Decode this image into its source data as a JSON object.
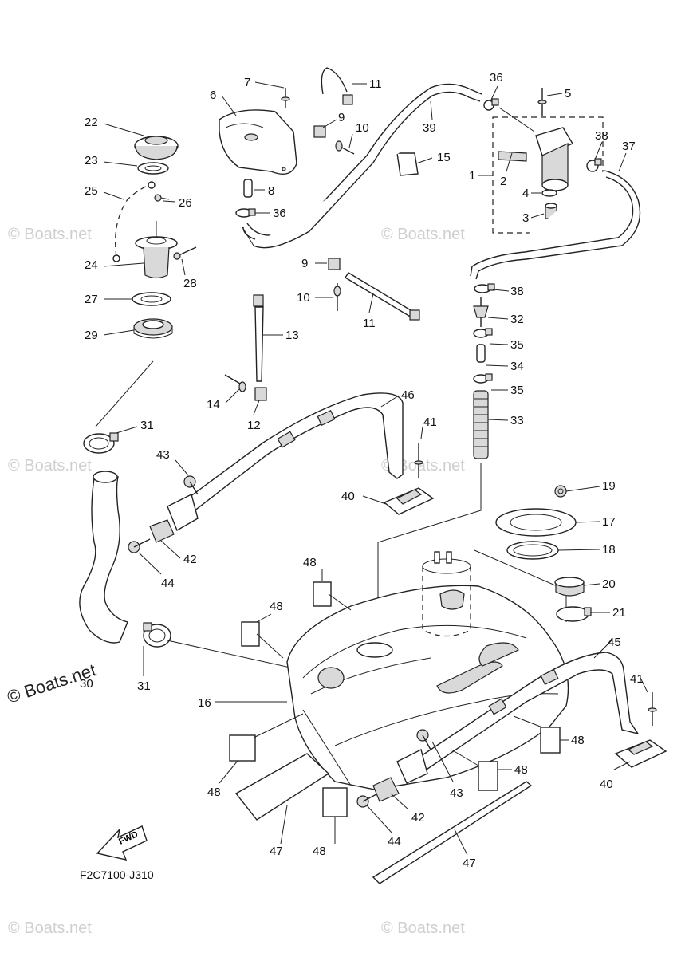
{
  "diagram": {
    "drawing_code": "F2C7100-J310",
    "fwd_label": "FWD",
    "watermark": "© Boats.net",
    "callouts": [
      {
        "id": "c22",
        "text": "22"
      },
      {
        "id": "c23",
        "text": "23"
      },
      {
        "id": "c25",
        "text": "25"
      },
      {
        "id": "c26",
        "text": "26"
      },
      {
        "id": "c24",
        "text": "24"
      },
      {
        "id": "c28",
        "text": "28"
      },
      {
        "id": "c27",
        "text": "27"
      },
      {
        "id": "c29",
        "text": "29"
      },
      {
        "id": "c31a",
        "text": "31"
      },
      {
        "id": "c30",
        "text": "30"
      },
      {
        "id": "c31b",
        "text": "31"
      },
      {
        "id": "c6",
        "text": "6"
      },
      {
        "id": "c7",
        "text": "7"
      },
      {
        "id": "c8",
        "text": "8"
      },
      {
        "id": "c36a",
        "text": "36"
      },
      {
        "id": "c11a",
        "text": "11"
      },
      {
        "id": "c9a",
        "text": "9"
      },
      {
        "id": "c10a",
        "text": "10"
      },
      {
        "id": "c39",
        "text": "39"
      },
      {
        "id": "c15",
        "text": "15"
      },
      {
        "id": "c36b",
        "text": "36"
      },
      {
        "id": "c5",
        "text": "5"
      },
      {
        "id": "c38a",
        "text": "38"
      },
      {
        "id": "c37",
        "text": "37"
      },
      {
        "id": "c1",
        "text": "1"
      },
      {
        "id": "c2",
        "text": "2"
      },
      {
        "id": "c4",
        "text": "4"
      },
      {
        "id": "c3",
        "text": "3"
      },
      {
        "id": "c9b",
        "text": "9"
      },
      {
        "id": "c10b",
        "text": "10"
      },
      {
        "id": "c11b",
        "text": "11"
      },
      {
        "id": "c13",
        "text": "13"
      },
      {
        "id": "c14",
        "text": "14"
      },
      {
        "id": "c12",
        "text": "12"
      },
      {
        "id": "c38b",
        "text": "38"
      },
      {
        "id": "c32",
        "text": "32"
      },
      {
        "id": "c35a",
        "text": "35"
      },
      {
        "id": "c34",
        "text": "34"
      },
      {
        "id": "c35b",
        "text": "35"
      },
      {
        "id": "c33",
        "text": "33"
      },
      {
        "id": "c46",
        "text": "46"
      },
      {
        "id": "c41a",
        "text": "41"
      },
      {
        "id": "c43a",
        "text": "43"
      },
      {
        "id": "c40a",
        "text": "40"
      },
      {
        "id": "c42a",
        "text": "42"
      },
      {
        "id": "c44a",
        "text": "44"
      },
      {
        "id": "c19",
        "text": "19"
      },
      {
        "id": "c17",
        "text": "17"
      },
      {
        "id": "c18",
        "text": "18"
      },
      {
        "id": "c20",
        "text": "20"
      },
      {
        "id": "c21",
        "text": "21"
      },
      {
        "id": "c48a",
        "text": "48"
      },
      {
        "id": "c48b",
        "text": "48"
      },
      {
        "id": "c16",
        "text": "16"
      },
      {
        "id": "c45",
        "text": "45"
      },
      {
        "id": "c41b",
        "text": "41"
      },
      {
        "id": "c48c",
        "text": "48"
      },
      {
        "id": "c48d",
        "text": "48"
      },
      {
        "id": "c40b",
        "text": "40"
      },
      {
        "id": "c48e",
        "text": "48"
      },
      {
        "id": "c43b",
        "text": "43"
      },
      {
        "id": "c42b",
        "text": "42"
      },
      {
        "id": "c44b",
        "text": "44"
      },
      {
        "id": "c47a",
        "text": "47"
      },
      {
        "id": "c48f",
        "text": "48"
      },
      {
        "id": "c47b",
        "text": "47"
      }
    ]
  }
}
